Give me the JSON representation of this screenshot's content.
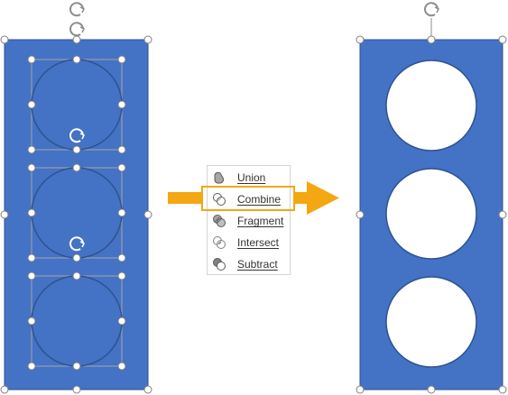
{
  "menu": {
    "items": [
      {
        "label": "Union",
        "icon": "union-icon"
      },
      {
        "label": "Combine",
        "icon": "combine-icon"
      },
      {
        "label": "Fragment",
        "icon": "fragment-icon"
      },
      {
        "label": "Intersect",
        "icon": "intersect-icon"
      },
      {
        "label": "Subtract",
        "icon": "subtract-icon"
      }
    ],
    "selected_item": "Combine"
  },
  "colors": {
    "shape_fill": "#4472c4",
    "shape_stroke": "#2f528f",
    "arrow": "#f3a712",
    "handle_stroke": "#8c8c8c",
    "highlight": "#f3a712"
  }
}
